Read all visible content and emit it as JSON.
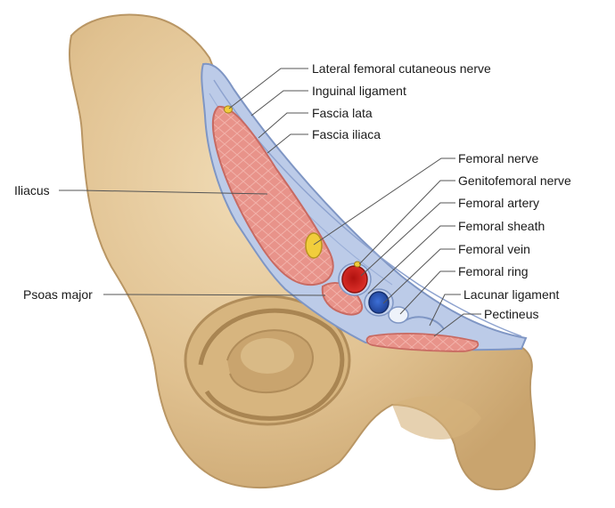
{
  "labels": {
    "lateral_femoral_cutaneous_nerve": "Lateral femoral cutaneous nerve",
    "inguinal_ligament": "Inguinal ligament",
    "fascia_lata": "Fascia lata",
    "fascia_iliaca": "Fascia iliaca",
    "femoral_nerve": "Femoral nerve",
    "genitofemoral_nerve": "Genitofemoral nerve",
    "femoral_artery": "Femoral artery",
    "femoral_sheath": "Femoral sheath",
    "femoral_vein": "Femoral vein",
    "femoral_ring": "Femoral ring",
    "lacunar_ligament": "Lacunar ligament",
    "pectineus": "Pectineus",
    "iliacus": "Iliacus",
    "psoas_major": "Psoas major"
  },
  "colors": {
    "bone": "#e2c596",
    "bone_shadow": "#bf9a66",
    "fascia": "#b8c8e6",
    "fascia_edge": "#7f96c4",
    "muscle": "#e68f87",
    "artery": "#d2231f",
    "vein": "#2b56b8",
    "nerve": "#f1cd3c"
  }
}
